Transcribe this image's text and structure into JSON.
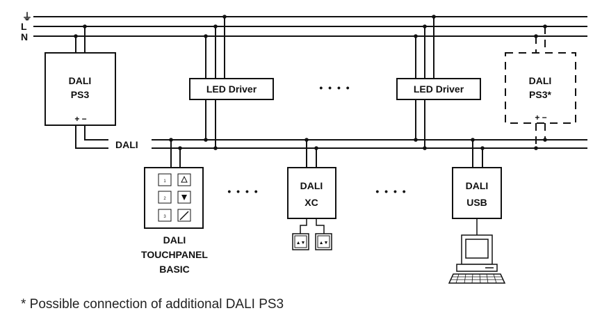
{
  "rails": {
    "earth_symbol": "⏚",
    "live": "L",
    "neutral": "N"
  },
  "bus": {
    "label": "DALI"
  },
  "ps3": {
    "line1": "DALI",
    "line2": "PS3",
    "polarity": "+ −"
  },
  "driver1": {
    "label": "LED Driver"
  },
  "driver2": {
    "label": "LED Driver"
  },
  "ellipsis_top": "• • • •",
  "ps3_optional": {
    "line1": "DALI",
    "line2": "PS3*",
    "polarity": "+ −"
  },
  "touchpanel": {
    "line1": "DALI",
    "line2": "TOUCHPANEL",
    "line3": "BASIC",
    "btn_labels": [
      "1",
      "2",
      "3"
    ]
  },
  "ellipsis_bottom_left": "• • • •",
  "xc": {
    "line1": "DALI",
    "line2": "XC",
    "switch_arrows": "▲▼"
  },
  "ellipsis_bottom_right": "• • • •",
  "usb": {
    "line1": "DALI",
    "line2": "USB"
  },
  "footnote": "* Possible connection of additional DALI PS3",
  "colors": {
    "line": "#111111",
    "background": "#ffffff"
  }
}
